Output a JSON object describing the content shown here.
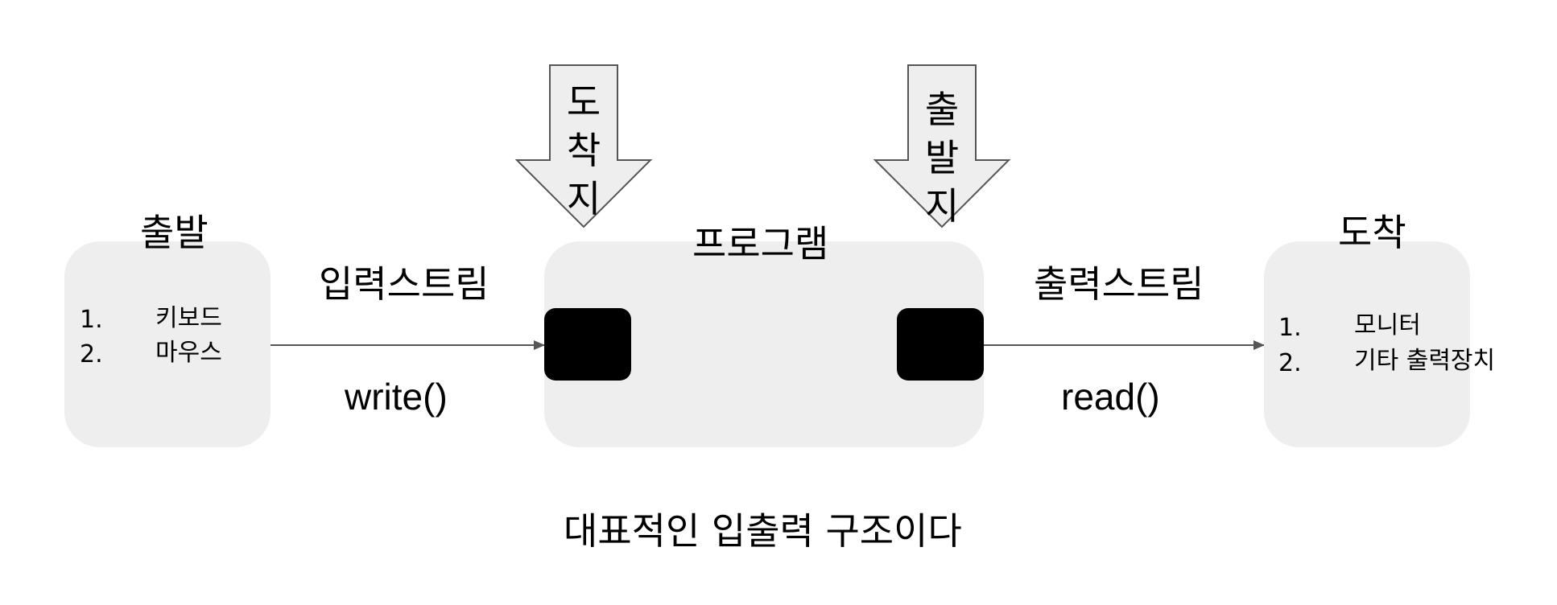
{
  "source": {
    "title": "출발",
    "items": [
      {
        "num": "1.",
        "text": "키보드"
      },
      {
        "num": "2.",
        "text": "마우스"
      }
    ]
  },
  "program": {
    "title": "프로그램"
  },
  "destination": {
    "title": "도착",
    "items": [
      {
        "num": "1.",
        "text": "모니터"
      },
      {
        "num": "2.",
        "text": "기타 출력장치"
      }
    ]
  },
  "input_stream": {
    "label": "입력스트림",
    "method": "write()"
  },
  "output_stream": {
    "label": "출력스트림",
    "method": "read()"
  },
  "arrival_marker": {
    "chars": [
      "도",
      "착",
      "지"
    ]
  },
  "departure_marker": {
    "chars": [
      "출",
      "발",
      "지"
    ]
  },
  "caption": "대표적인 입출력 구조이다",
  "colors": {
    "box_fill": "#eeeeee",
    "port_fill": "#000000",
    "line": "#555555",
    "marker_fill": "#eeeeee",
    "marker_stroke": "#555555"
  }
}
